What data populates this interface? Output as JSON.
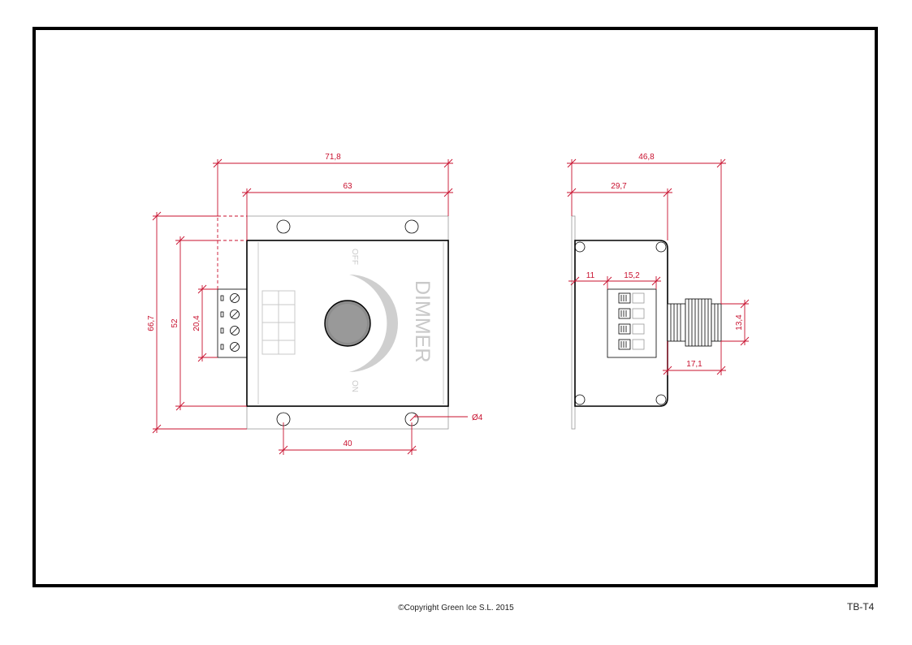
{
  "front_view": {
    "overall_width": "71,8",
    "body_width": "63",
    "overall_height": "66,7",
    "body_height": "52",
    "terminal_height": "20,4",
    "hole_spacing": "40",
    "hole_diameter": "Ø4",
    "label_off": "OFF",
    "label_on": "ON",
    "label_brand": "DIMMER"
  },
  "side_view": {
    "overall_depth": "46,8",
    "body_depth": "29,7",
    "terminal_offset": "11",
    "terminal_width": "15,2",
    "knob_diameter": "13,4",
    "knob_length": "17,1"
  },
  "footer": {
    "copyright": "©Copyright Green Ice S.L. 2015",
    "sheet_code": "TB-T4"
  }
}
